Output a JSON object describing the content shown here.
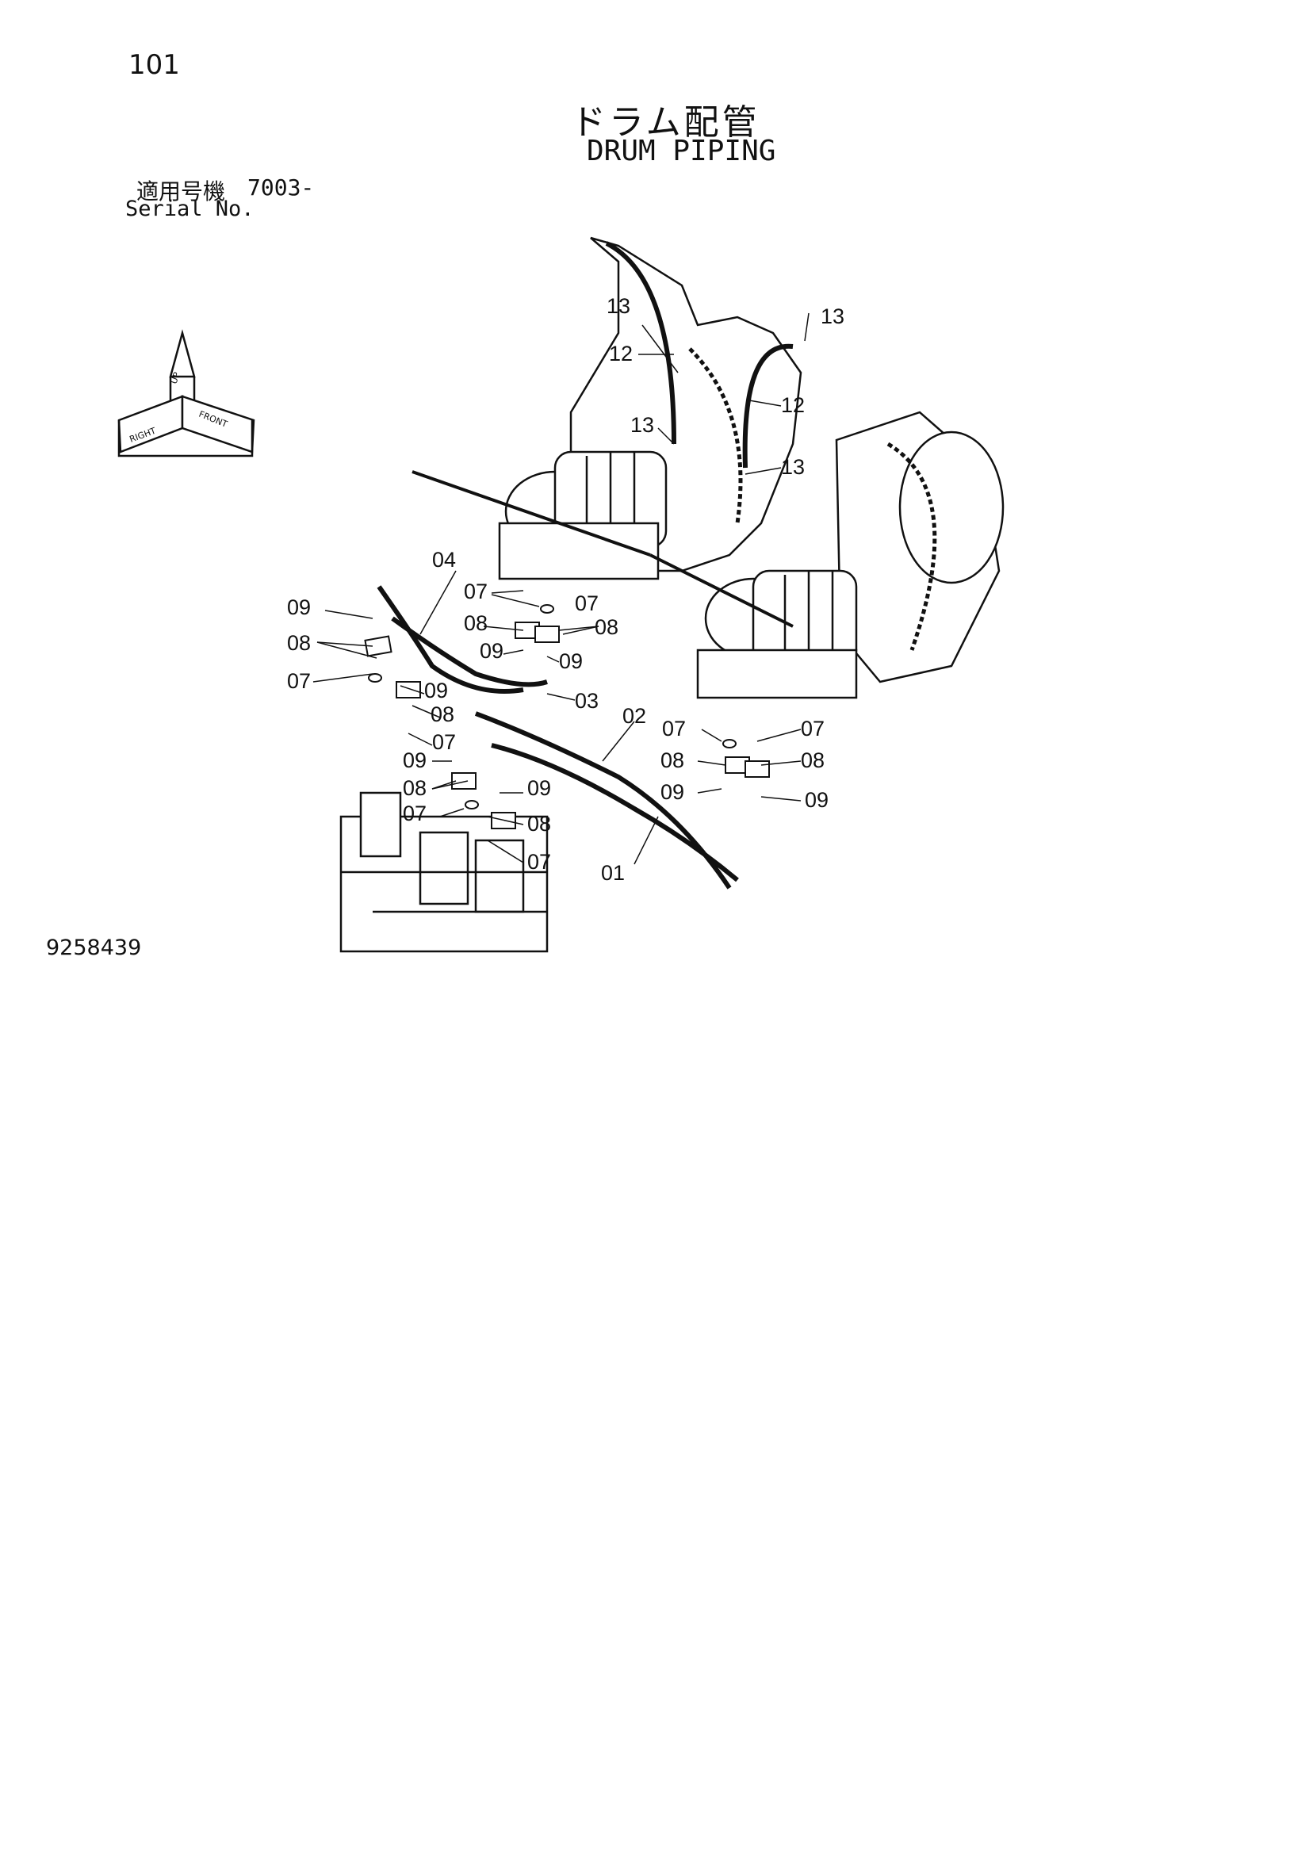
{
  "page": {
    "number": "101",
    "title_jp": "ドラム配管",
    "title_en": "DRUM PIPING",
    "serial_label_jp": "適用号機",
    "serial_value": "7003-",
    "serial_label_en": "Serial No.",
    "drawing_number": "9258439"
  },
  "callouts": {
    "c13a": "13",
    "c13b": "13",
    "c13c": "13",
    "c13d": "13",
    "c12a": "12",
    "c12b": "12",
    "c04": "04",
    "c03": "03",
    "c02": "02",
    "c01": "01",
    "c09a": "09",
    "c08a": "08",
    "c07a": "07",
    "c07b": "07",
    "c07c": "07",
    "c08b": "08",
    "c08c": "08",
    "c09b": "09",
    "c09c": "09",
    "c09d": "09",
    "c08d": "08",
    "c07d": "07",
    "c09e": "09",
    "c08e": "08",
    "c09f": "09",
    "c07e": "07",
    "c08f": "08",
    "c07f": "07",
    "c07g": "07",
    "c07h": "07",
    "c08g": "08",
    "c08h": "08",
    "c09g": "09",
    "c09h": "09"
  },
  "orientation_icon": {
    "labels": [
      "UP",
      "RIGHT",
      "FRONT"
    ]
  }
}
